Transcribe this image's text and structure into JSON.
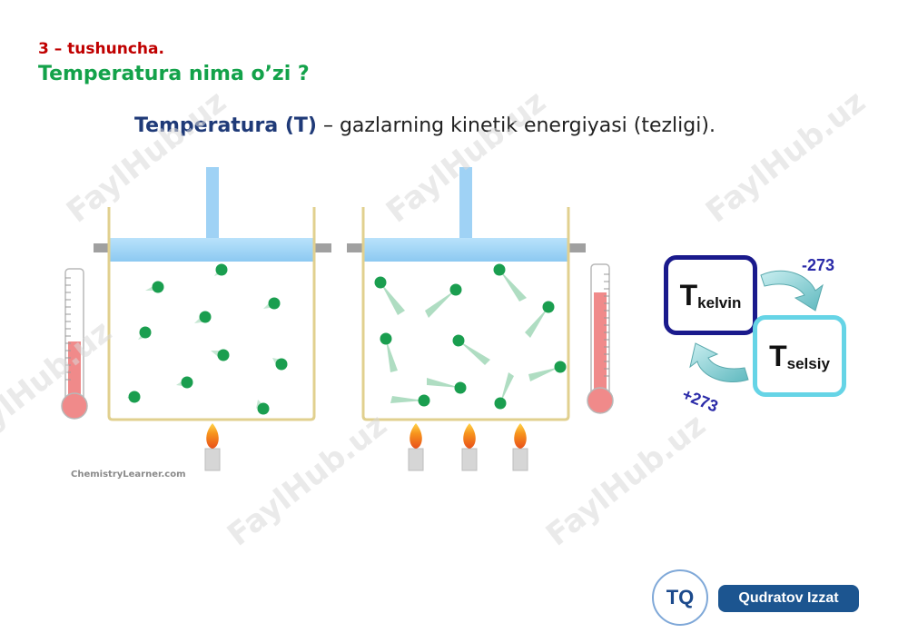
{
  "concept_label": "3 – tushuncha.",
  "heading": "Temperatura nima o’zi ?",
  "definition": {
    "term": "Temperatura (T)",
    "rest": " – gazlarning kinetik energiyasi (tezligi)."
  },
  "watermark": "FaylHub.uz",
  "illustration_credit": "ChemistryLearner.com",
  "scale_boxes": {
    "kelvin": {
      "letter": "T",
      "subscript": "kelvin"
    },
    "celsius": {
      "letter": "T",
      "subscript": "selsiy"
    }
  },
  "conversions": {
    "kelvin_to_celsius": "-273",
    "celsius_to_kelvin": "+273"
  },
  "author": {
    "logo_text": "TQ",
    "name": "Qudratov Izzat"
  },
  "colors": {
    "concept_red": "#c00000",
    "heading_green": "#13a24a",
    "term_navy": "#1f3a78",
    "molecule_green": "#1a9e4f",
    "piston_blue": "#9fd2f5",
    "mercury_red": "#f08a8a",
    "kelvin_border": "#1a1a8c",
    "celsius_border": "#66d4e6",
    "author_badge": "#1c5590"
  }
}
